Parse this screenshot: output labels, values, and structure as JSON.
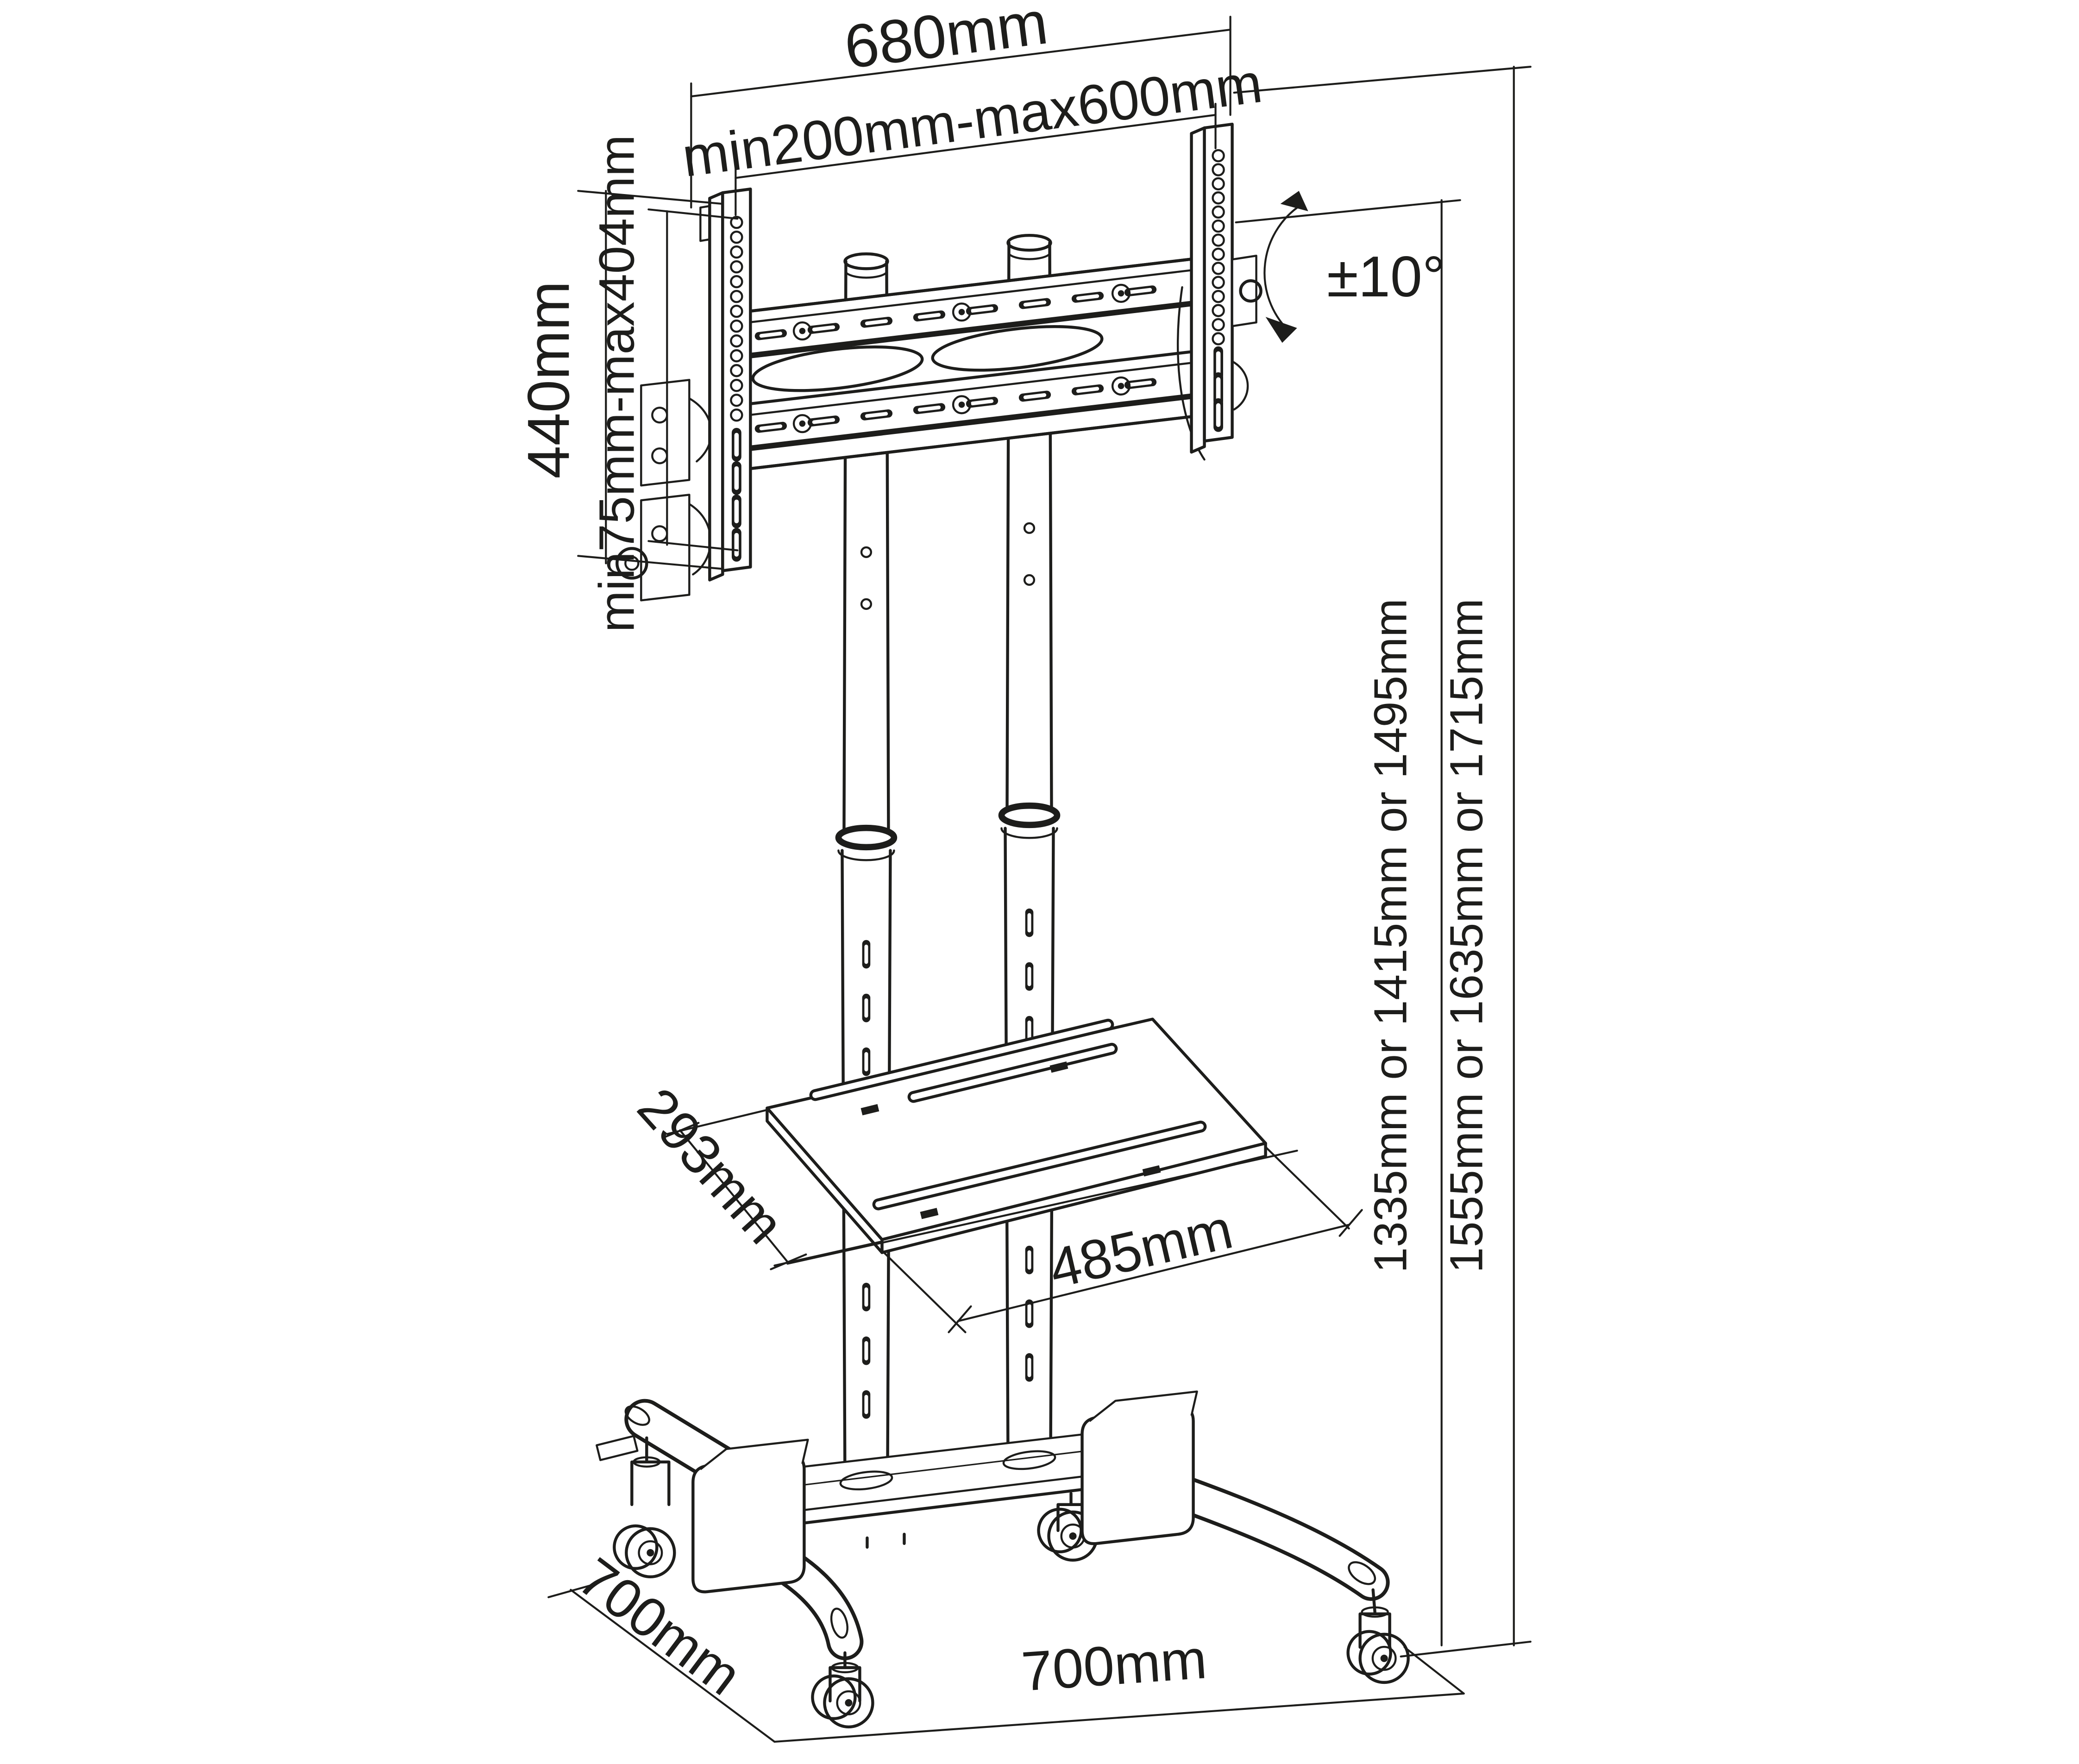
{
  "page": {
    "background": "#ffffff",
    "line_color": "#1d1d1b",
    "figure_type": "technical line drawing, isometric view, mobile TV floor stand with tilting bracket, twin poles, media shelf and wheeled base"
  },
  "labels": {
    "bracket_width": "680mm",
    "vesa_width_range": "min200mm-max600mm",
    "bracket_plate_height": "440mm",
    "vesa_height_range": "min75mm-max404mm",
    "tilt_angle": "±10°",
    "pole_height_options": "1335mm or 1415mm or 1495mm",
    "total_height_options": "1555mm or 1635mm or 1715mm",
    "shelf_depth": "293mm",
    "shelf_width": "485mm",
    "base_depth": "700mm",
    "base_width": "700mm"
  }
}
